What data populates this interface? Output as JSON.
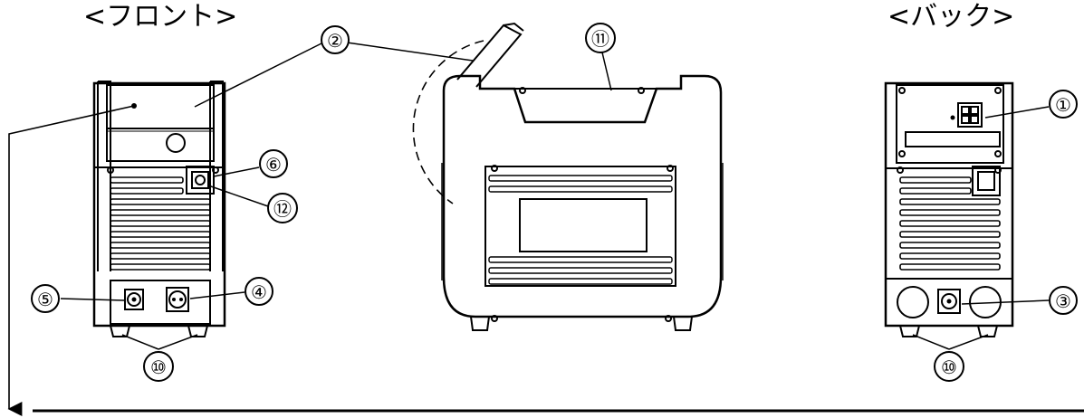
{
  "views": {
    "front_title": "<フロント>",
    "back_title": "<バック>"
  },
  "callouts": {
    "c1": "①",
    "c2": "②",
    "c3": "③",
    "c4": "④",
    "c5": "⑤",
    "c6": "⑥",
    "c10_front": "⑩",
    "c10_back": "⑩",
    "c11": "⑪",
    "c12": "⑫"
  },
  "colors": {
    "line": "#000000",
    "background": "#ffffff"
  }
}
